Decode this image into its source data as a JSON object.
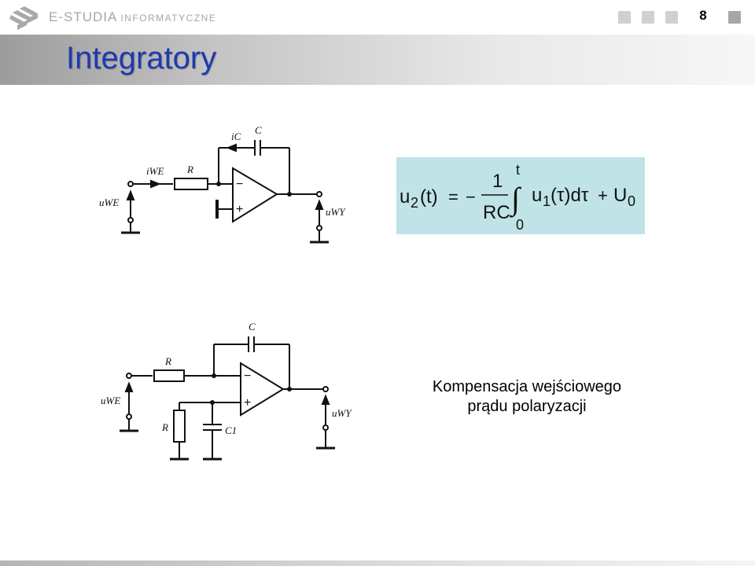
{
  "header": {
    "brand_main": "E-STUDIA",
    "brand_sub": "INFORMATYCZNE",
    "page_number": "8"
  },
  "slide": {
    "title": "Integratory"
  },
  "circuit1": {
    "label_ic": "iC",
    "label_c": "C",
    "label_iwe": "iWE",
    "label_r": "R",
    "label_uwe": "uWE",
    "label_uwy": "uWY",
    "minus": "−",
    "plus": "+"
  },
  "circuit2": {
    "label_c": "C",
    "label_r": "R",
    "label_r2": "R",
    "label_c1": "C1",
    "label_uwe": "uWE",
    "label_uwy": "uWY",
    "minus": "−",
    "plus": "+"
  },
  "formula": {
    "lhs_u": "u",
    "lhs_sub": "2",
    "lhs_arg": "(t)",
    "equals": "=",
    "minus": "−",
    "numerator": "1",
    "denominator": "RC",
    "upper_limit": "t",
    "lower_limit": "0",
    "integral": "∫",
    "integrand_u": "u",
    "integrand_sub": "1",
    "integrand_arg": "(τ)dτ",
    "plus": "+",
    "const_u": "U",
    "const_sub": "0"
  },
  "caption": {
    "line1": "Kompensacja wejściowego",
    "line2": "prądu polaryzacji"
  },
  "colors": {
    "title": "#1f39b0",
    "formula_bg": "#bfe3e6",
    "nav_light": "#d0d0d0",
    "nav_dark": "#a7a7a7"
  }
}
